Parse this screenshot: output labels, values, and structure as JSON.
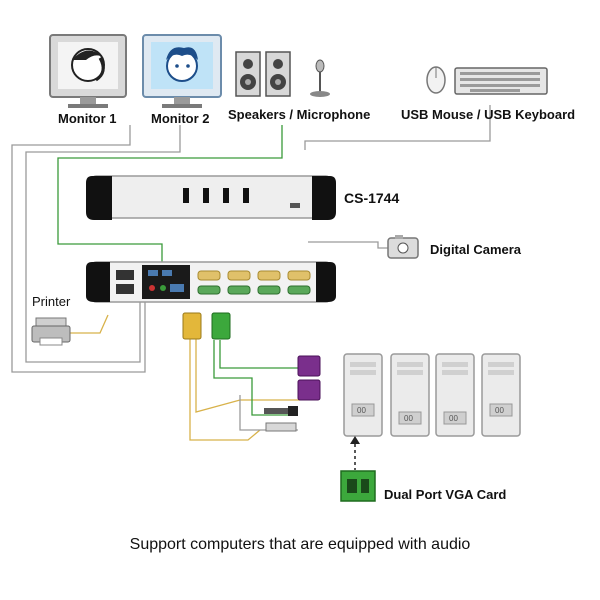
{
  "labels": {
    "monitor1": "Monitor 1",
    "monitor2": "Monitor 2",
    "speakers_mic": "Speakers / Microphone",
    "usb_devices": "USB Mouse / USB Keyboard",
    "kvm_model": "CS-1744",
    "camera": "Digital Camera",
    "printer": "Printer",
    "vga_card": "Dual Port VGA Card",
    "caption": "Support computers that are equipped with audio",
    "pc_badges": [
      "00",
      "00",
      "00",
      "00"
    ]
  },
  "colors": {
    "cable_gray": "#9a9a9a",
    "cable_green": "#3a9a3a",
    "cable_yellow": "#d8b24a",
    "connector_purple": "#7a2f8c",
    "kvm_black": "#111111",
    "vga_green": "#3ca83c"
  }
}
